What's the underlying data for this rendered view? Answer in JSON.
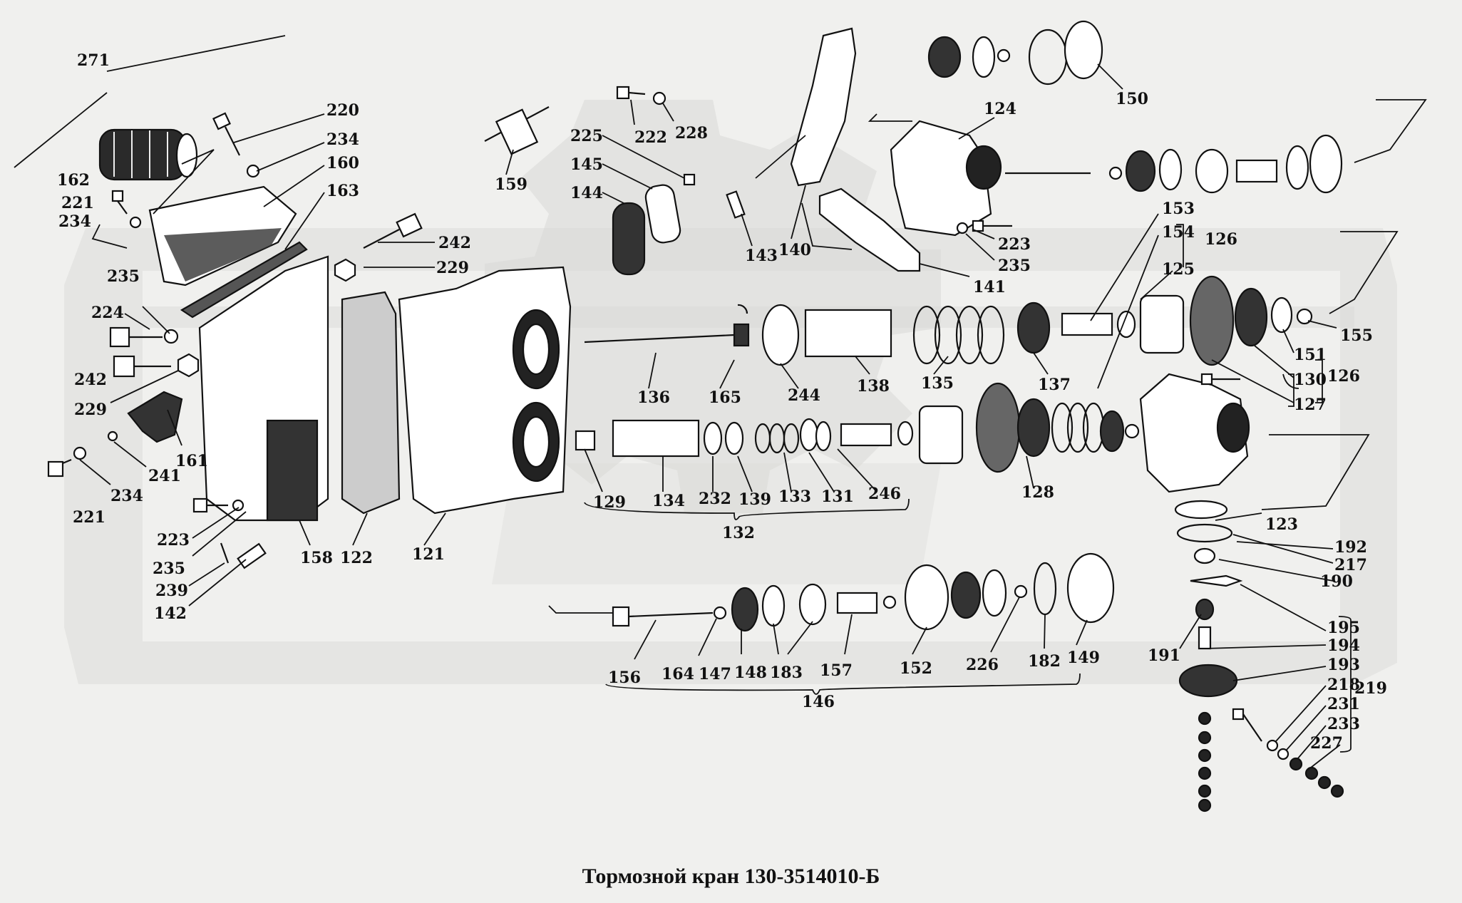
{
  "caption": "Тормозной кран 130-3514010-Б",
  "labels": {
    "l271": "271",
    "l220": "220",
    "l234a": "234",
    "l160": "160",
    "l163": "163",
    "l162": "162",
    "l221a": "221",
    "l234b": "234",
    "l235a": "235",
    "l224": "224",
    "l242a": "242",
    "l229a": "229",
    "l161": "161",
    "l241": "241",
    "l234c": "234",
    "l221b": "221",
    "l223a": "223",
    "l235b": "235",
    "l239": "239",
    "l142": "142",
    "l158": "158",
    "l122": "122",
    "l121": "121",
    "l242b": "242",
    "l229b": "229",
    "l159": "159",
    "l222": "222",
    "l228": "228",
    "l225": "225",
    "l145": "145",
    "l144": "144",
    "l143": "143",
    "l140": "140",
    "l141": "141",
    "l124": "124",
    "l150": "150",
    "l223b": "223",
    "l235c": "235",
    "l153": "153",
    "l154": "154",
    "l126a": "126",
    "l125": "125",
    "l155": "155",
    "l151": "151",
    "l130": "130",
    "l126b": "126",
    "l127": "127",
    "l136": "136",
    "l165": "165",
    "l244": "244",
    "l138": "138",
    "l135": "135",
    "l137": "137",
    "l129": "129",
    "l134": "134",
    "l232": "232",
    "l139": "139",
    "l133": "133",
    "l131": "131",
    "l246": "246",
    "l128": "128",
    "l132": "132",
    "l123": "123",
    "l192": "192",
    "l217": "217",
    "l190": "190",
    "l195": "195",
    "l191": "191",
    "l194": "194",
    "l193": "193",
    "l218": "218",
    "l219": "219",
    "l231": "231",
    "l233": "233",
    "l227": "227",
    "l156": "156",
    "l164": "164",
    "l147": "147",
    "l148": "148",
    "l183": "183",
    "l157": "157",
    "l152": "152",
    "l226": "226",
    "l182": "182",
    "l149": "149",
    "l146": "146"
  }
}
